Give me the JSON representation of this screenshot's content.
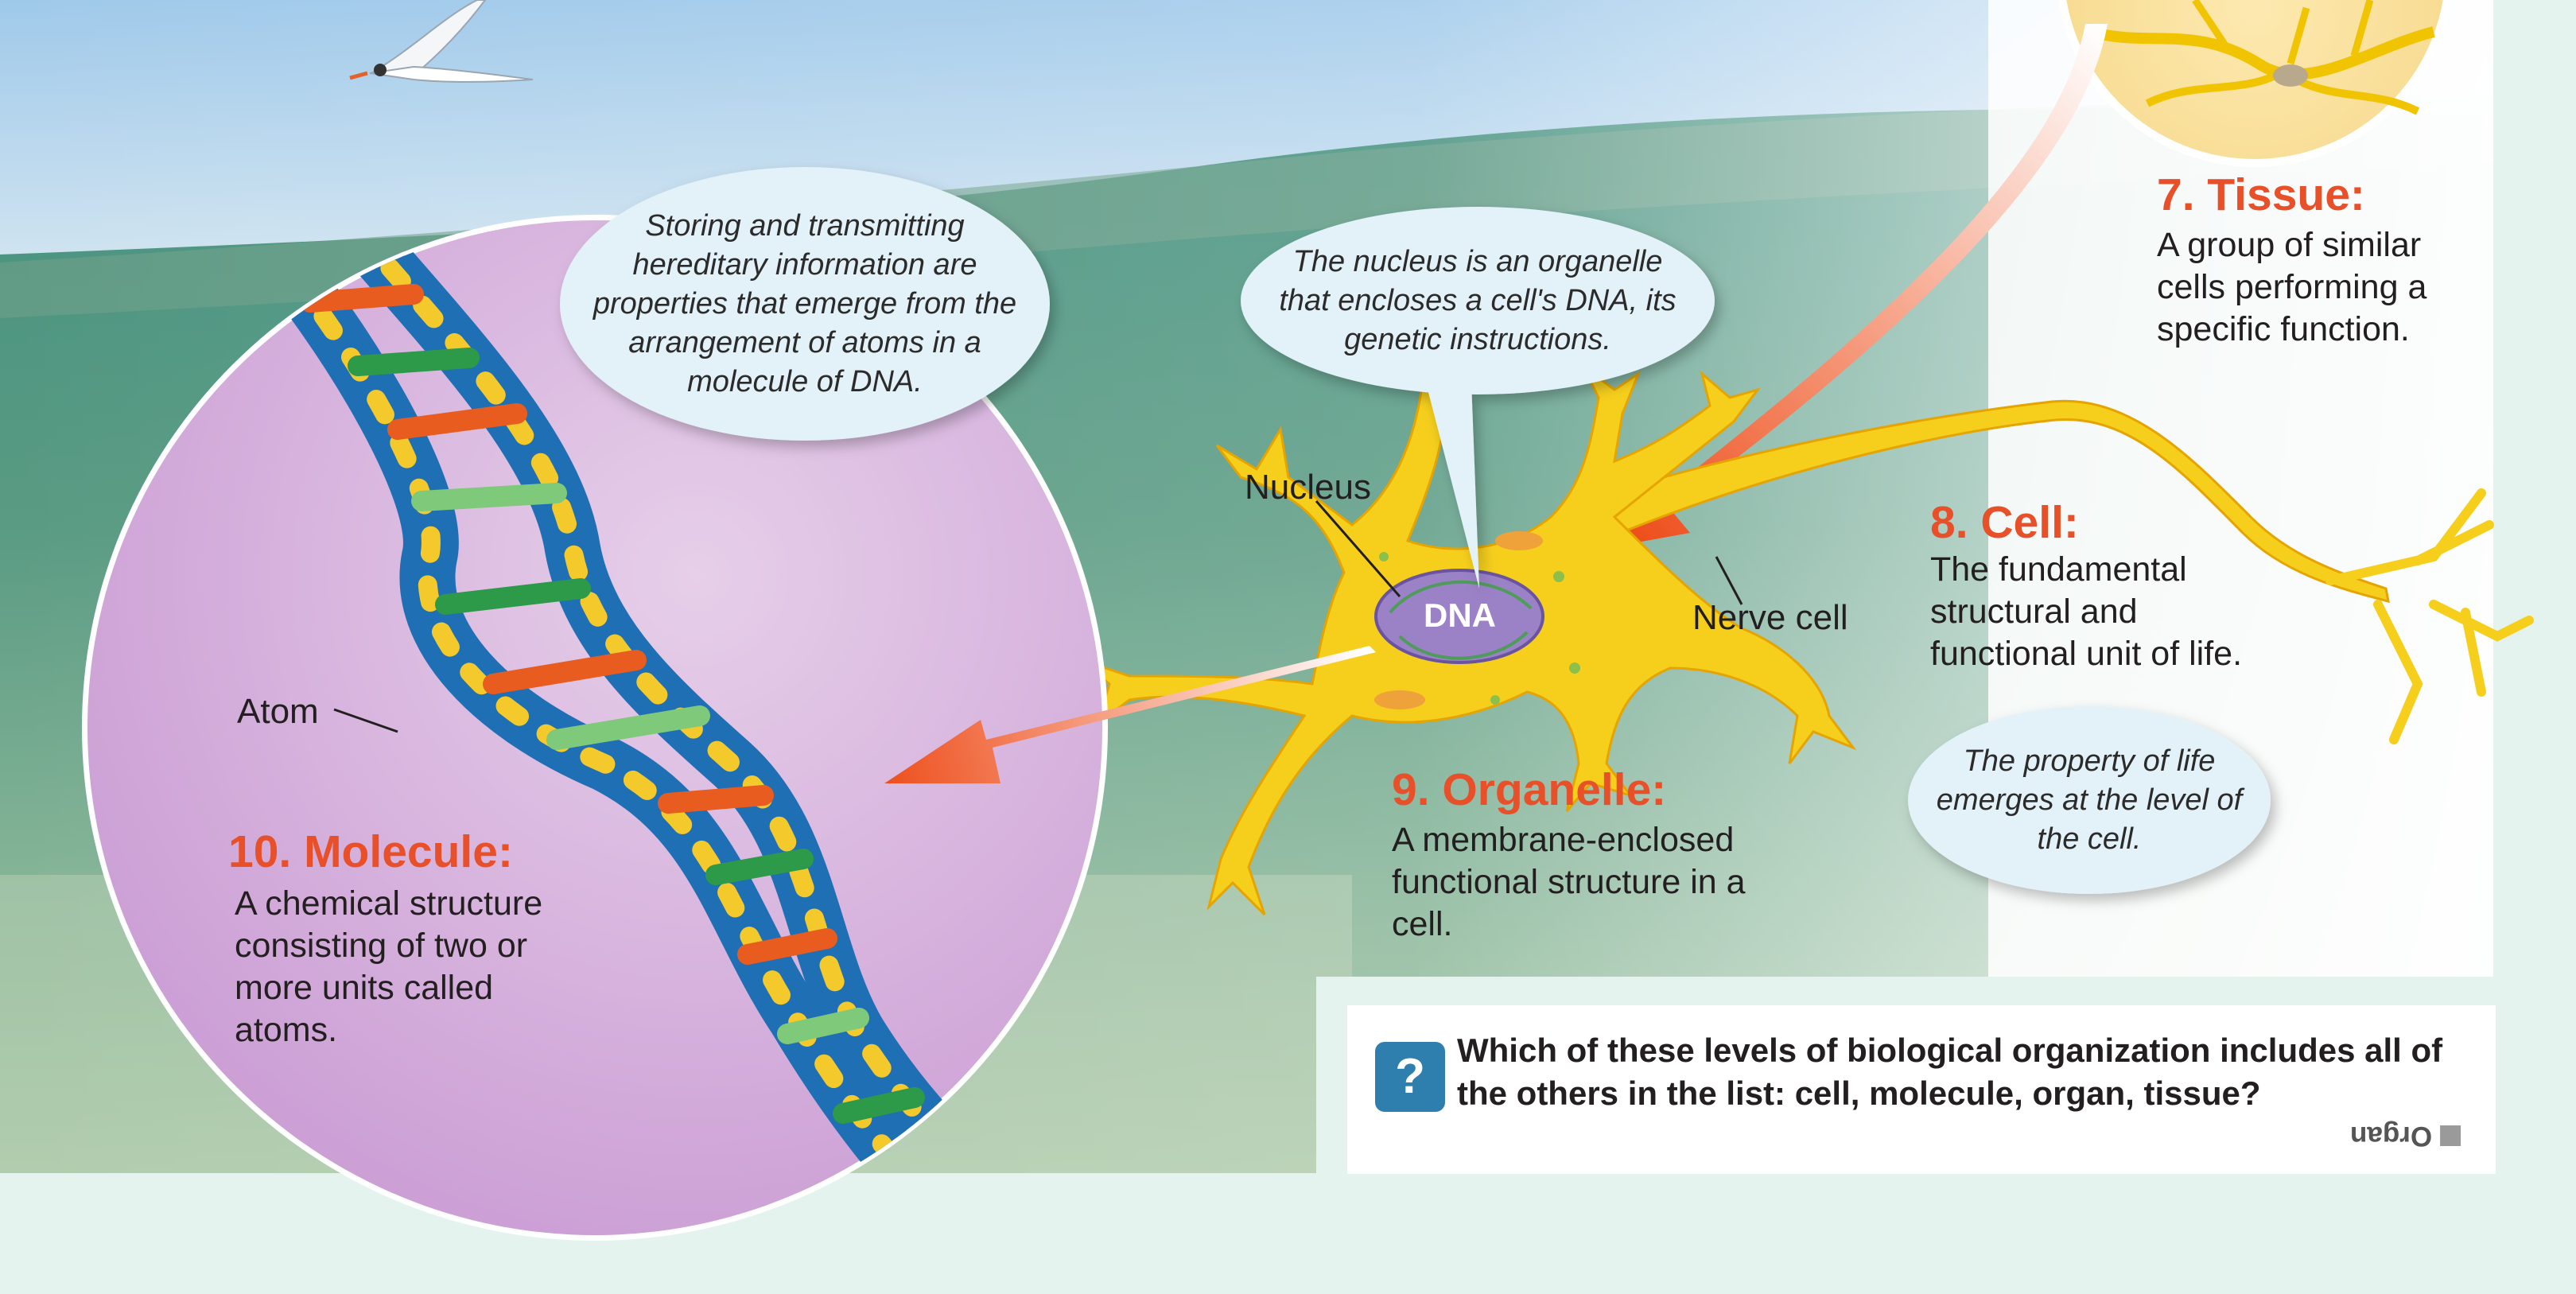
{
  "levels": {
    "tissue": {
      "title": "7. Tissue:",
      "body": "A group of similar cells performing a specific function."
    },
    "cell": {
      "title": "8. Cell:",
      "body": "The fundamental structural and functional unit of life."
    },
    "organelle": {
      "title": "9. Organelle:",
      "body": "A membrane-enclosed functional structure in a cell."
    },
    "molecule": {
      "title": "10. Molecule:",
      "body": "A chemical structure consisting of two or more units called atoms."
    }
  },
  "bubbles": {
    "dna": [
      "Storing and transmitting",
      "hereditary information are",
      "properties that emerge from the",
      "arrangement of atoms in a",
      "molecule of DNA."
    ],
    "nucleus": [
      "The nucleus is an organelle",
      "that encloses a cell's DNA, its",
      "genetic instructions."
    ],
    "cell": [
      "The property of life",
      "emerges at the level of",
      "the cell."
    ]
  },
  "labels": {
    "nucleus": "Nucleus",
    "nerve_cell": "Nerve cell",
    "atom": "Atom",
    "dna": "DNA"
  },
  "question": {
    "icon": "?",
    "text": "Which of these levels of biological organization includes all of the others in the list: cell, molecule, organ, tissue?",
    "answer": "Organ"
  },
  "colors": {
    "heading": "#e8502a",
    "question_icon": "#2f7fae",
    "molecule_bg": "#d7b0df",
    "neuron": "#f6cf1d",
    "bubble": "#e3f1f8"
  },
  "icons": {
    "question": "question-mark-icon",
    "answer_marker": "square-bullet-icon",
    "arrow": "orange-gradient-arrow-icon"
  }
}
